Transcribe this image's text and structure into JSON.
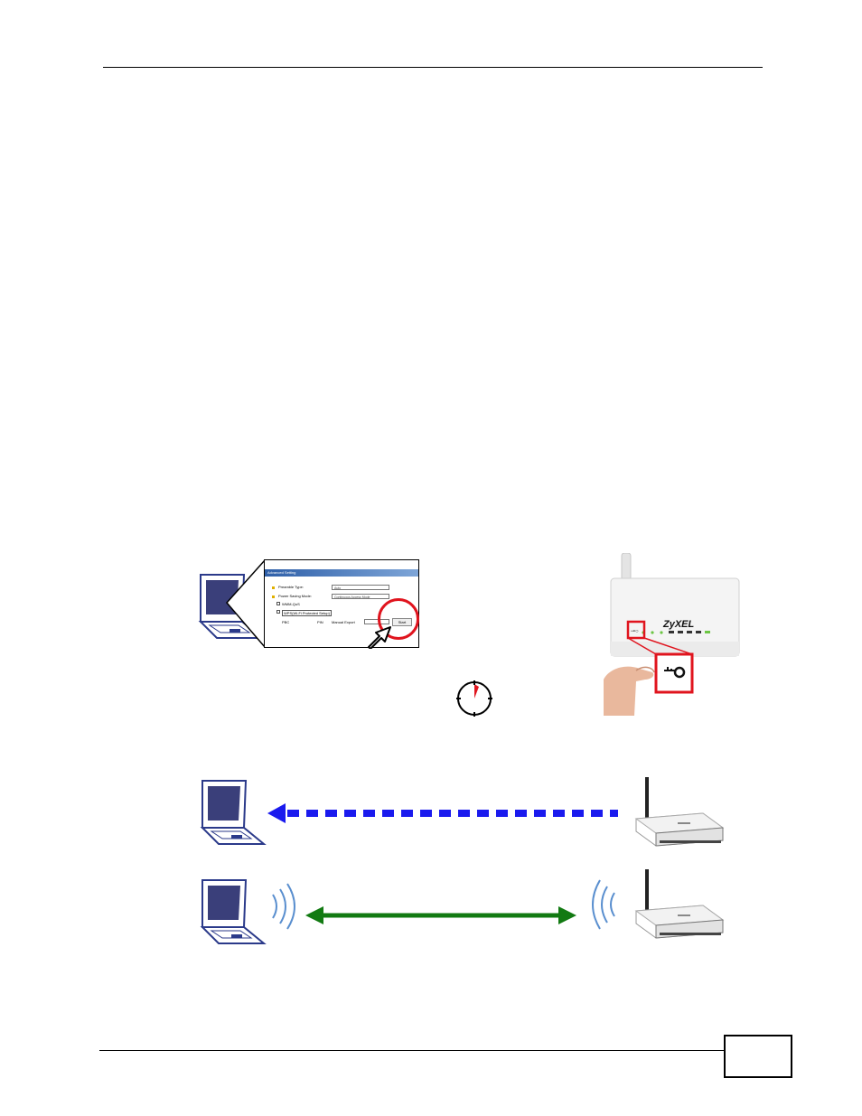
{
  "page": {
    "number": ""
  },
  "figure": {
    "utility": {
      "title": "Advanced Setting",
      "rows": [
        {
          "label": "Preamble Type:",
          "value": "Auto"
        },
        {
          "label": "Power Saving Mode:",
          "value": "Continuous Access Mode"
        }
      ],
      "checkboxes": [
        {
          "label": "WMM-QoS"
        },
        {
          "label": "WPS(Wi-Fi Protected Setup)"
        }
      ],
      "pbc_label": "PBC",
      "pin_label": "PIN",
      "manual_label": "Manual Export",
      "start_label": "Start"
    },
    "router_brand": "ZyXEL",
    "colors": {
      "highlight_red": "#e0141e",
      "arrow_blue": "#1a1aee",
      "arrow_green": "#127a12",
      "laptop_screen": "#3a3f7a"
    }
  }
}
